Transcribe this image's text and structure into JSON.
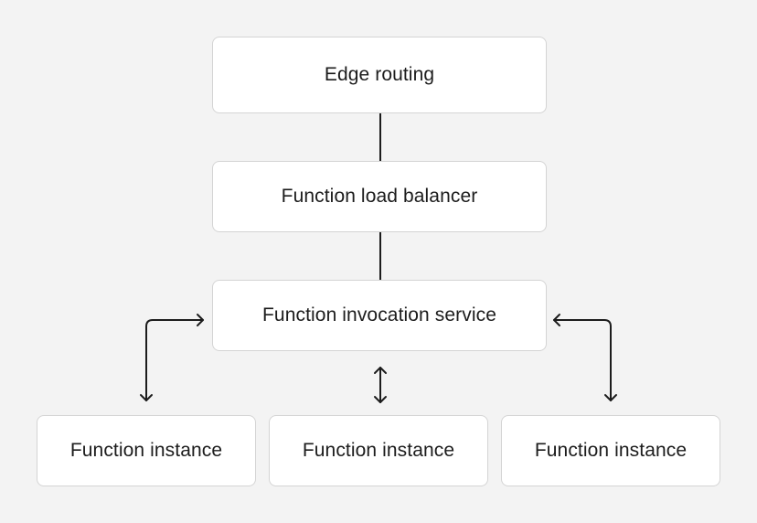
{
  "diagram": {
    "nodes": {
      "edge_routing": "Edge routing",
      "load_balancer": "Function load balancer",
      "invocation_service": "Function invocation service",
      "instances": [
        "Function instance",
        "Function instance",
        "Function instance"
      ]
    },
    "colors": {
      "background": "#f3f3f3",
      "node_fill": "#ffffff",
      "node_border": "#d4d4d4",
      "connector": "#1c1c1c",
      "text": "#1c1c1c"
    },
    "connections": [
      {
        "from": "Edge routing",
        "to": "Function load balancer",
        "style": "line"
      },
      {
        "from": "Function load balancer",
        "to": "Function invocation service",
        "style": "line"
      },
      {
        "from": "Function invocation service",
        "to": "Function instance (left)",
        "style": "bidirectional-arrow"
      },
      {
        "from": "Function invocation service",
        "to": "Function instance (center)",
        "style": "bidirectional-arrow"
      },
      {
        "from": "Function invocation service",
        "to": "Function instance (right)",
        "style": "bidirectional-arrow"
      }
    ]
  }
}
